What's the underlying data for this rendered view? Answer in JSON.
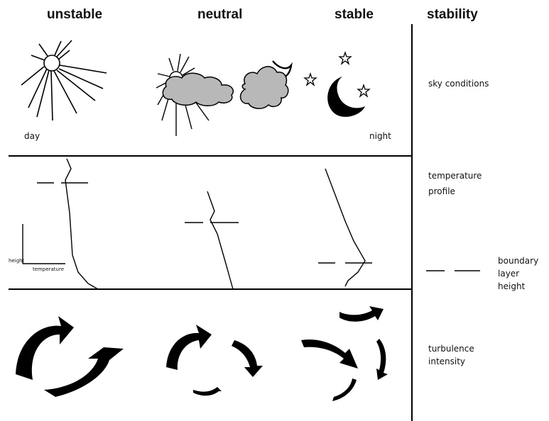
{
  "headers": {
    "unstable": "unstable",
    "neutral": "neutral",
    "stable": "stable",
    "stability": "stability"
  },
  "sky": {
    "day": "day",
    "night": "night",
    "row_label": "sky  conditions"
  },
  "temperature": {
    "row_label_line1": "temperature",
    "row_label_line2": "profile",
    "axis_height": "height",
    "axis_temperature": "temperature"
  },
  "boundary": {
    "line1": "boundary",
    "line2": "layer",
    "line3": "height"
  },
  "turbulence": {
    "line1": "turbulence",
    "line2": "intensity"
  },
  "colors": {
    "ink": "#000000",
    "cloud": "#b8b8b8"
  }
}
